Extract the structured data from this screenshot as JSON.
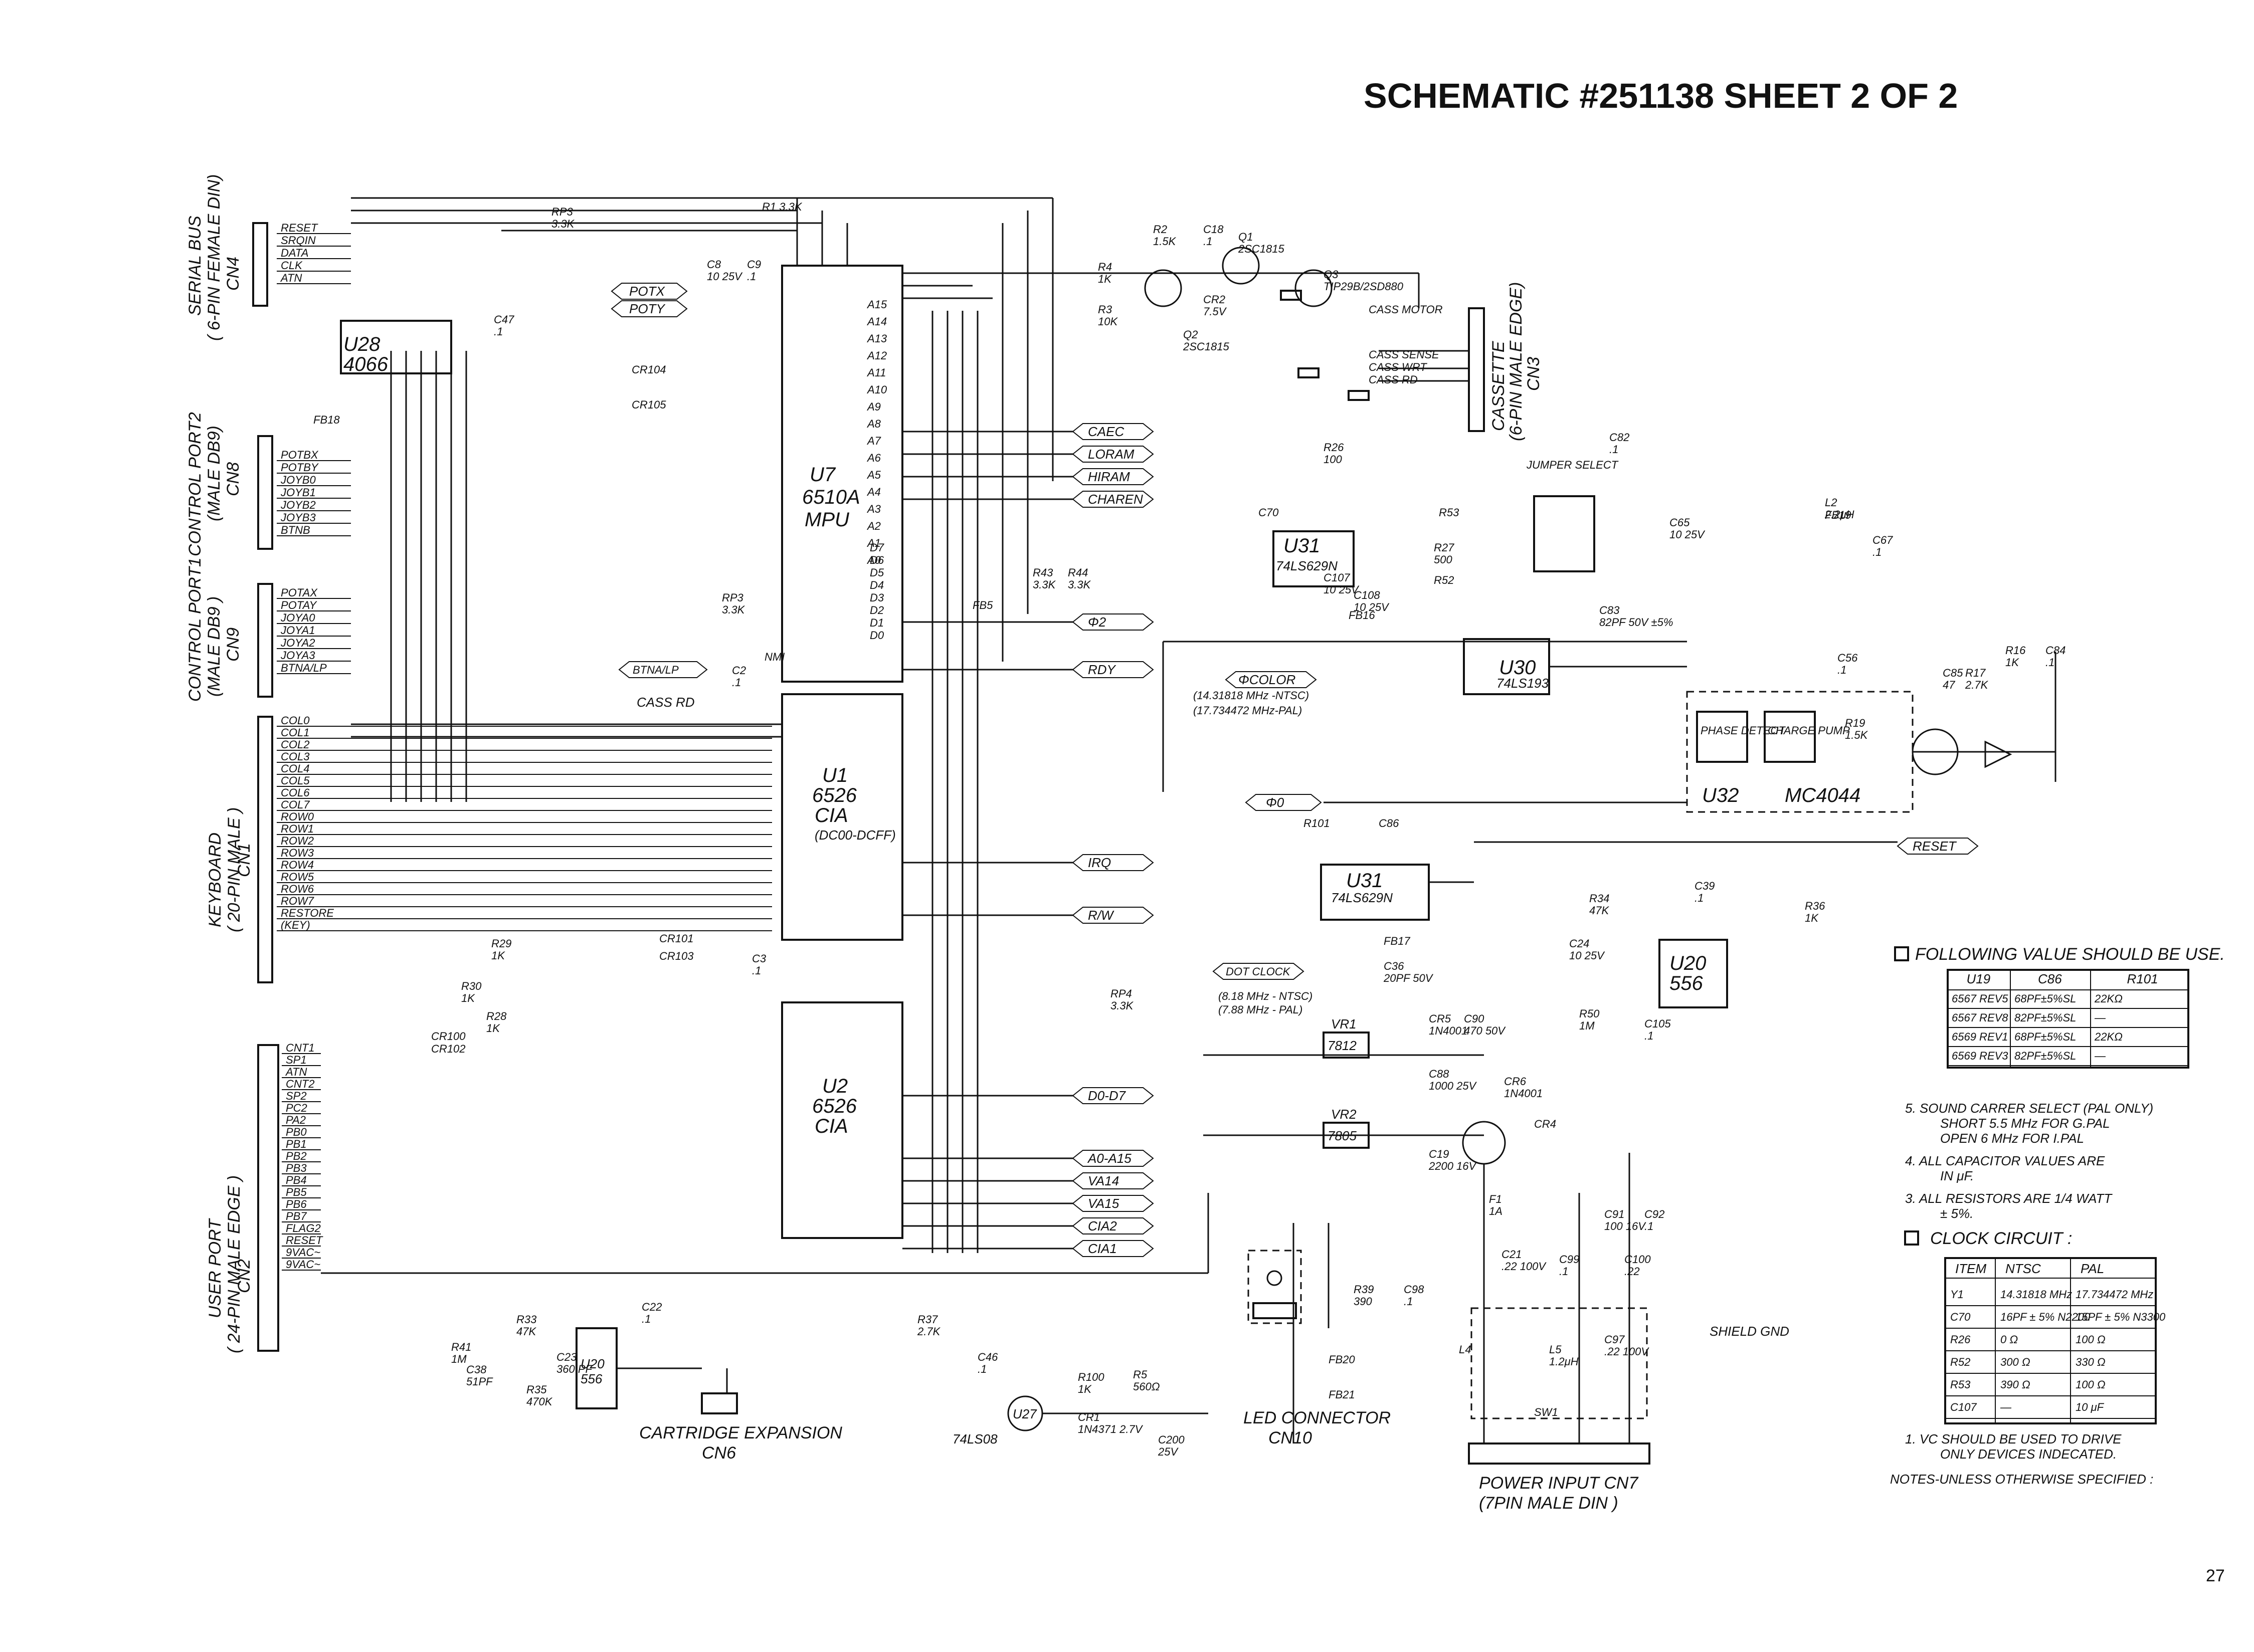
{
  "title": "SCHEMATIC #251138 SHEET 2 OF 2",
  "page_number": "27",
  "connectors": {
    "cn4": {
      "name": "SERIAL BUS",
      "desc": "( 6-PIN FEMALE DIN)",
      "id": "CN4",
      "signals": [
        "RESET",
        "SRQIN",
        "DATA",
        "CLK",
        "ATN"
      ]
    },
    "cn8": {
      "name": "CONTROL PORT2",
      "desc": "(MALE DB9)",
      "id": "CN8",
      "signals": [
        "POTBX",
        "POTBY",
        "JOYB0",
        "JOYB1",
        "JOYB2",
        "JOYB3",
        "BTNB"
      ]
    },
    "cn9": {
      "name": "CONTROL PORT1",
      "desc": "(MALE DB9 )",
      "id": "CN9",
      "signals": [
        "POTAX",
        "POTAY",
        "JOYA0",
        "JOYA1",
        "JOYA2",
        "JOYA3",
        "BTNA/LP"
      ]
    },
    "cn1": {
      "name": "KEYBOARD",
      "desc": "( 20-PIN MALE )",
      "id": "CN1",
      "signals": [
        "COL0",
        "COL1",
        "COL2",
        "COL3",
        "COL4",
        "COL5",
        "COL6",
        "COL7",
        "ROW0",
        "ROW1",
        "ROW2",
        "ROW3",
        "ROW4",
        "ROW5",
        "ROW6",
        "ROW7",
        "RESTORE",
        "(KEY)"
      ]
    },
    "cn2": {
      "name": "USER PORT",
      "desc": "( 24-PIN MALE EDGE )",
      "id": "CN2",
      "signals": [
        "CNT1",
        "SP1",
        "ATN",
        "CNT2",
        "SP2",
        "PC2",
        "PA2",
        "PB0",
        "PB1",
        "PB2",
        "PB3",
        "PB4",
        "PB5",
        "PB6",
        "PB7",
        "FLAG2",
        "RESET",
        "9VAC~",
        "9VAC~"
      ]
    },
    "cn3": {
      "name": "CASSETTE",
      "desc": "(6-PIN MALE EDGE)",
      "id": "CN3",
      "signals": [
        "CASS MOTOR",
        "CASS SENSE",
        "CASS WRT",
        "CASS RD"
      ]
    }
  },
  "chips": {
    "u7": {
      "ref": "U7",
      "part": "6510A",
      "kind": "MPU"
    },
    "u1": {
      "ref": "U1",
      "part": "6526",
      "kind": "CIA",
      "range": "(DC00-DCFF)"
    },
    "u2": {
      "ref": "U2",
      "part": "6526",
      "kind": "CIA"
    },
    "u28": {
      "ref": "U28",
      "part": "4066"
    },
    "u31": {
      "ref": "U31",
      "part": "74LS629N"
    },
    "u30": {
      "ref": "U30",
      "part": "74LS193"
    },
    "u32": {
      "ref": "U32",
      "part": "MC4044"
    },
    "u20": {
      "ref": "U20",
      "part": "556"
    },
    "u27": {
      "ref": "U27",
      "part": "74LS08"
    },
    "vr1": {
      "ref": "VR1",
      "part": "7812"
    },
    "vr2": {
      "ref": "VR2",
      "part": "7805"
    }
  },
  "blocks": {
    "phase": "PHASE DETECT",
    "pump": "CHARGE PUMP"
  },
  "signals": {
    "potx": "POTX",
    "poty": "POTY",
    "caec": "CAEC",
    "loram": "LORAM",
    "hiram": "HIRAM",
    "charen": "CHAREN",
    "phi2": "Φ2",
    "rdy": "RDY",
    "phi0": "Φ0",
    "btna": "BTNA/LP",
    "irq": "IRQ",
    "rw": "R/W",
    "d0d7": "D0-D7",
    "a0a15": "A0-A15",
    "va14": "VA14",
    "va15": "VA15",
    "cia2": "CIA2",
    "cia1": "CIA1",
    "reset": "RESET",
    "color": "ΦCOLOR",
    "dotclock": "DOT CLOCK",
    "cass_rd": "CASS RD",
    "nmi": "NMI"
  },
  "labels": {
    "cartridge": "CARTRIDGE EXPANSION",
    "cartridge_id": "CN6",
    "led": "LED CONNECTOR",
    "led_id": "CN10",
    "power": "POWER INPUT CN7",
    "power_desc": "(7PIN MALE DIN )",
    "shield": "SHIELD GND",
    "xtal1": "(14.31818 MHz -NTSC)",
    "xtal2": "(17.734472 MHz-PAL)",
    "dot1": "(8.18 MHz - NTSC)",
    "dot2": "(7.88 MHz - PAL)",
    "jumper": "JUMPER SELECT"
  },
  "table1": {
    "heading": "FOLLOWING VALUE SHOULD BE USE.",
    "headers": [
      "U19",
      "C86",
      "R101"
    ],
    "rows": [
      [
        "6567 REV5",
        "68PF±5%SL",
        "22KΩ"
      ],
      [
        "6567 REV8",
        "82PF±5%SL",
        "—"
      ],
      [
        "6569 REV1",
        "68PF±5%SL",
        "22KΩ"
      ],
      [
        "6569 REV3",
        "82PF±5%SL",
        "—"
      ]
    ]
  },
  "notes": {
    "n5a": "5.  SOUND CARRER SELECT (PAL ONLY)",
    "n5b": "SHORT 5.5 MHz  FOR G.PAL",
    "n5c": "OPEN  6  MHz  FOR I.PAL",
    "n4a": "4.  ALL CAPACITOR VALUES ARE",
    "n4b": "IN μF.",
    "n3a": "3.  ALL RESISTORS ARE 1/4 WATT",
    "n3b": "± 5%.",
    "clock": "CLOCK CIRCUIT :",
    "n1a": "1.  VC SHOULD BE USED TO DRIVE",
    "n1b": "ONLY DEVICES INDECATED.",
    "footer": "NOTES-UNLESS OTHERWISE SPECIFIED :"
  },
  "table2": {
    "headers": [
      "ITEM",
      "NTSC",
      "PAL"
    ],
    "rows": [
      [
        "Y1",
        "14.31818 MHz",
        "17.734472 MHz"
      ],
      [
        "C70",
        "16PF ± 5% N2200",
        "15PF ± 5% N3300"
      ],
      [
        "R26",
        "0 Ω",
        "100 Ω"
      ],
      [
        "R52",
        "300 Ω",
        "330 Ω"
      ],
      [
        "R53",
        "390 Ω",
        "100 Ω"
      ],
      [
        "C107",
        "—",
        "10 μF"
      ]
    ]
  },
  "parts": [
    {
      "t": "RP3",
      "v": "3.3K"
    },
    {
      "t": "R1 3.3K",
      "v": ""
    },
    {
      "t": "C8",
      "v": "10 25V"
    },
    {
      "t": "C9",
      "v": ".1"
    },
    {
      "t": "C47",
      "v": ".1"
    },
    {
      "t": "CR104",
      "v": ""
    },
    {
      "t": "CR105",
      "v": ""
    },
    {
      "t": "FB18",
      "v": ""
    },
    {
      "t": "R2",
      "v": "1.5K"
    },
    {
      "t": "C18",
      "v": ".1"
    },
    {
      "t": "Q1",
      "v": "2SC1815"
    },
    {
      "t": "Q3",
      "v": "TIP29B/2SD880"
    },
    {
      "t": "R4",
      "v": "1K"
    },
    {
      "t": "R3",
      "v": "10K"
    },
    {
      "t": "CR2",
      "v": "7.5V"
    },
    {
      "t": "Q2",
      "v": "2SC1815"
    },
    {
      "t": "FB5",
      "v": ""
    },
    {
      "t": "RP3",
      "v": "3.3K"
    },
    {
      "t": "C2",
      "v": ".1"
    },
    {
      "t": "C3",
      "v": ".1"
    },
    {
      "t": "R29",
      "v": "1K"
    },
    {
      "t": "R30",
      "v": "1K"
    },
    {
      "t": "R28",
      "v": "1K"
    },
    {
      "t": "CR101",
      "v": ""
    },
    {
      "t": "CR103",
      "v": ""
    },
    {
      "t": "CR100",
      "v": ""
    },
    {
      "t": "CR102",
      "v": ""
    },
    {
      "t": "RP4",
      "v": "3.3K"
    },
    {
      "t": "R101",
      "v": ""
    },
    {
      "t": "C86",
      "v": ""
    },
    {
      "t": "FB17",
      "v": ""
    },
    {
      "t": "C36",
      "v": "20PF 50V"
    },
    {
      "t": "R34",
      "v": "47K"
    },
    {
      "t": "C24",
      "v": "10 25V"
    },
    {
      "t": "R50",
      "v": "1M"
    },
    {
      "t": "C105",
      "v": ".1"
    },
    {
      "t": "C39",
      "v": ".1"
    },
    {
      "t": "R36",
      "v": "1K"
    },
    {
      "t": "R37",
      "v": "2.7K"
    },
    {
      "t": "C46",
      "v": ".1"
    },
    {
      "t": "R100",
      "v": "1K"
    },
    {
      "t": "R5",
      "v": "560Ω"
    },
    {
      "t": "CR1",
      "v": "1N4371 2.7V"
    },
    {
      "t": "C200",
      "v": "25V"
    },
    {
      "t": "R33",
      "v": "47K"
    },
    {
      "t": "C23",
      "v": "360 PF"
    },
    {
      "t": "R35",
      "v": "470K"
    },
    {
      "t": "C22",
      "v": ".1"
    },
    {
      "t": "R41",
      "v": "1M"
    },
    {
      "t": "C38",
      "v": "51PF"
    },
    {
      "t": "C65",
      "v": "10 25V"
    },
    {
      "t": "L2",
      "v": "2.2μH"
    },
    {
      "t": "FB19",
      "v": ""
    },
    {
      "t": "C67",
      "v": ".1"
    },
    {
      "t": "C82",
      "v": ".1"
    },
    {
      "t": "C83",
      "v": "82PF 50V ±5%"
    },
    {
      "t": "R16",
      "v": "1K"
    },
    {
      "t": "C84",
      "v": ".1"
    },
    {
      "t": "C85",
      "v": "47"
    },
    {
      "t": "R17",
      "v": "2.7K"
    },
    {
      "t": "R19",
      "v": "1.5K"
    },
    {
      "t": "C56",
      "v": ".1"
    },
    {
      "t": "CR5",
      "v": "1N4001"
    },
    {
      "t": "C90",
      "v": "470 50V"
    },
    {
      "t": "CR6",
      "v": "1N4001"
    },
    {
      "t": "C88",
      "v": "1000 25V"
    },
    {
      "t": "C19",
      "v": "2200 16V"
    },
    {
      "t": "CR4",
      "v": ""
    },
    {
      "t": "F1",
      "v": "1A"
    },
    {
      "t": "C91",
      "v": "100 16V"
    },
    {
      "t": "C92",
      "v": ".1"
    },
    {
      "t": "C21",
      "v": ".22 100V"
    },
    {
      "t": "C99",
      "v": ".1"
    },
    {
      "t": "C100",
      "v": ".22"
    },
    {
      "t": "L4",
      "v": ""
    },
    {
      "t": "L5",
      "v": "1.2μH"
    },
    {
      "t": "C97",
      "v": ".22 100V"
    },
    {
      "t": "SW1",
      "v": ""
    },
    {
      "t": "R39",
      "v": "390"
    },
    {
      "t": "C98",
      "v": ".1"
    },
    {
      "t": "FB20",
      "v": ""
    },
    {
      "t": "FB21",
      "v": ""
    },
    {
      "t": "R26",
      "v": "100"
    },
    {
      "t": "C70",
      "v": ""
    },
    {
      "t": "C107",
      "v": "10 25V"
    },
    {
      "t": "R53",
      "v": ""
    },
    {
      "t": "R27",
      "v": "500"
    },
    {
      "t": "R52",
      "v": ""
    },
    {
      "t": "C108",
      "v": "10 25V"
    },
    {
      "t": "FB16",
      "v": ""
    },
    {
      "t": "R43",
      "v": "3.3K"
    },
    {
      "t": "R44",
      "v": "3.3K"
    }
  ]
}
